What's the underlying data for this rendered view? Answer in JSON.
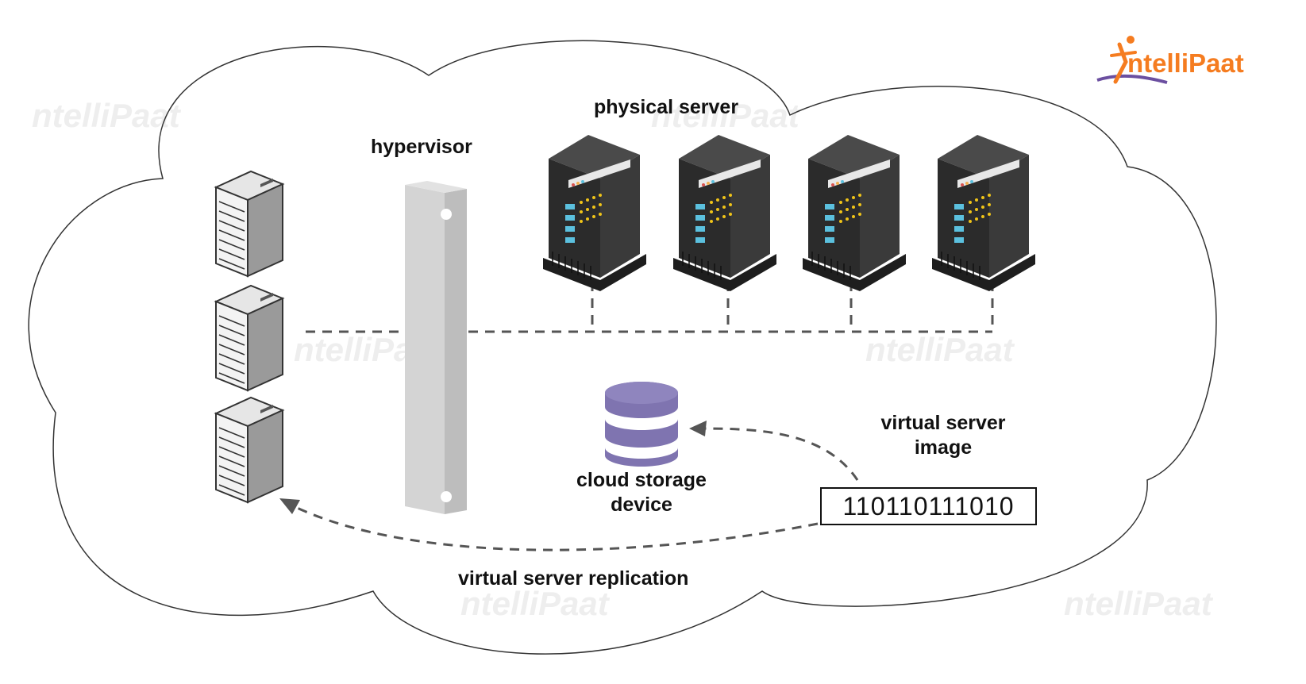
{
  "labels": {
    "physical_server": "physical server",
    "hypervisor": "hypervisor",
    "virtual_server_image_line1": "virtual server",
    "virtual_server_image_line2": "image",
    "cloud_storage_line1": "cloud storage",
    "cloud_storage_line2": "device",
    "binary_value": "110110111010",
    "virtual_server_replication": "virtual server replication"
  },
  "logo": {
    "text": "ntelliPaat",
    "watermark_text": "ntelliPaat",
    "icon": "intellipaat-runner-logo"
  },
  "colors": {
    "logo_orange": "#f57c20",
    "logo_purple": "#6b4fa0",
    "storage_purple": "#7f74b0",
    "dash_gray": "#555555",
    "cloud_outline": "#333333"
  }
}
